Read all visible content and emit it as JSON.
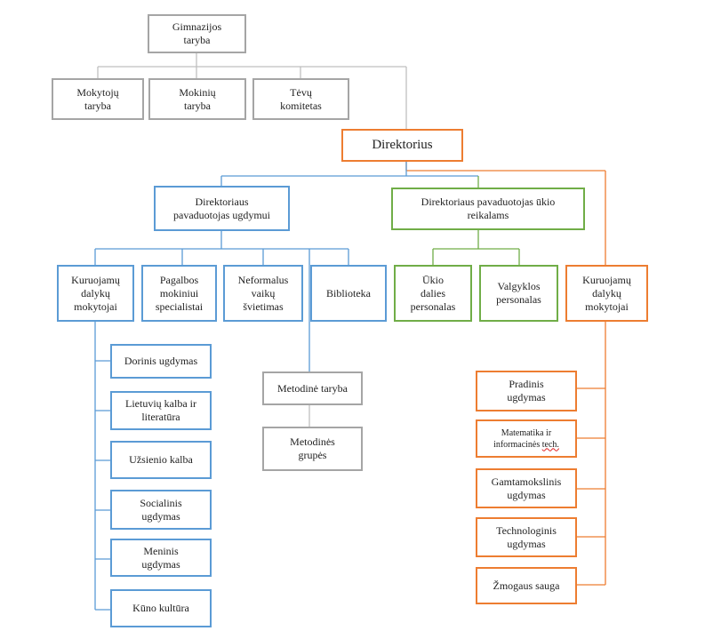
{
  "diagram": {
    "boxes": {
      "gimnazijos_taryba": "Gimnazijos\ntaryba",
      "mokytoju_taryba": "Mokytojų\ntaryba",
      "mokiniu_taryba": "Mokinių\ntaryba",
      "tevu_komitetas": "Tėvų\nkomitetas",
      "direktorius": "Direktorius",
      "pav_ugdymui": "Direktoriaus\npavaduotojas ugdymui",
      "pav_ukio": "Direktoriaus pavaduotojas ūkio\nreikalams",
      "kuruojamu_1": "Kuruojamų\ndalykų\nmokytojai",
      "pagalbos": "Pagalbos\nmokiniui\nspecialistai",
      "neformalus": "Neformalus\nvaikų\nšvietimas",
      "biblioteka": "Biblioteka",
      "ukio_dalies": "Ūkio\ndalies\npersonalas",
      "valgyklos": "Valgyklos\npersonalas",
      "kuruojamu_2": "Kuruojamų\ndalykų\nmokytojai",
      "dorinis": "Dorinis ugdymas",
      "lietuviu": "Lietuvių kalba ir\nliteratūra",
      "uzsienio": "Užsienio kalba",
      "socialinis": "Socialinis\nugdymas",
      "meninis": "Meninis\nugdymas",
      "kuno": "Kūno kultūra",
      "metodine_taryba": "Metodinė taryba",
      "metodines_grupes": "Metodinės\ngrupės",
      "pradinis": "Pradinis\nugdymas",
      "matematika_line1": "Matematika ir",
      "matematika_line2_a": "informacinės ",
      "matematika_line2_b": "tech.",
      "gamtamokslinis": "Gamtamokslinis\nugdymas",
      "technologinis": "Technologinis\nugdymas",
      "zmogaus": "Žmogaus sauga"
    },
    "colors": {
      "gray": "#a5a5a5",
      "blue": "#5b9bd5",
      "green": "#70ad47",
      "orange": "#ed7d31"
    }
  }
}
